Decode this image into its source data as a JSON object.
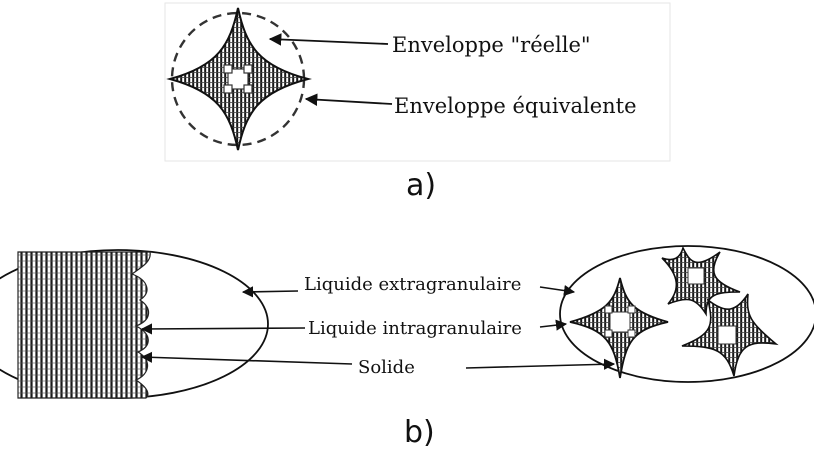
{
  "panel_a": {
    "label": "a)",
    "annotations": {
      "real_envelope": "Enveloppe \"réelle\"",
      "equivalent_envelope": "Enveloppe équivalente"
    }
  },
  "panel_b": {
    "label": "b)",
    "annotations": {
      "extragranular_liquid": "Liquide extragranulaire",
      "intragranular_liquid": "Liquide intragranulaire",
      "solid": "Solide"
    }
  },
  "colors": {
    "ink": "#111111",
    "dendrite_fill": "#3a3a3a",
    "background": "#ffffff"
  }
}
